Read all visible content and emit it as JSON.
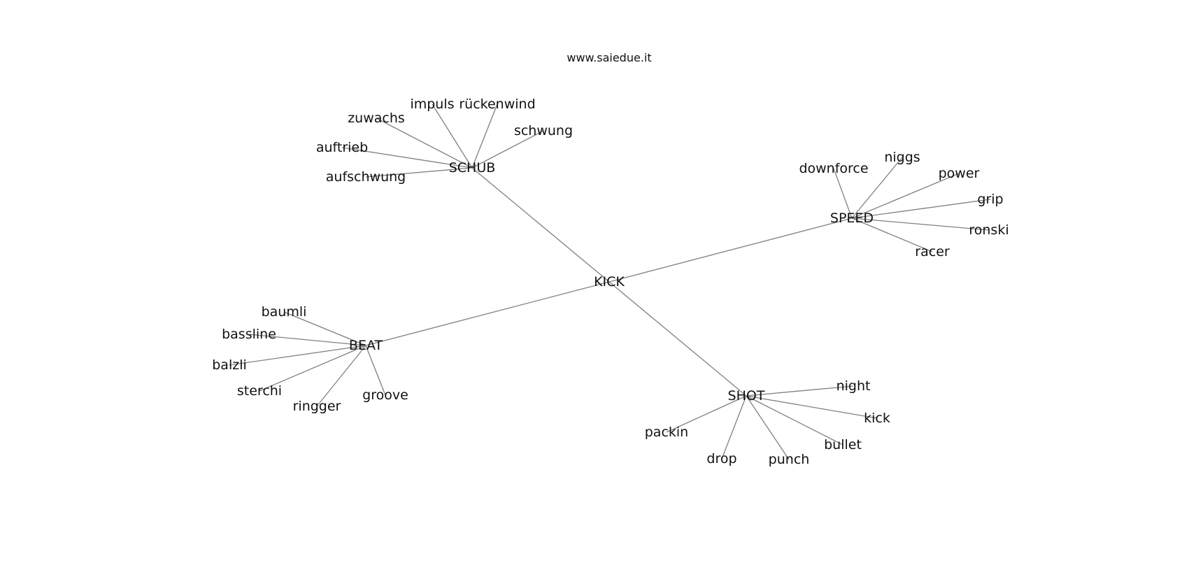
{
  "credit": "www.saiedue.it",
  "colors": {
    "edge": "#808080",
    "text": "#111111",
    "background": "#ffffff"
  },
  "graph": {
    "root": "KICK",
    "hubs": [
      {
        "label": "SCHUB",
        "leaves": [
          "impuls",
          "rückenwind",
          "zuwachs",
          "schwung",
          "auftrieb",
          "aufschwung"
        ]
      },
      {
        "label": "SPEED",
        "leaves": [
          "downforce",
          "niggs",
          "power",
          "grip",
          "ronski",
          "racer"
        ]
      },
      {
        "label": "BEAT",
        "leaves": [
          "baumli",
          "bassline",
          "balzli",
          "sterchi",
          "ringger",
          "groove"
        ]
      },
      {
        "label": "SHOT",
        "leaves": [
          "night",
          "kick",
          "bullet",
          "punch",
          "drop",
          "packin"
        ]
      }
    ]
  }
}
